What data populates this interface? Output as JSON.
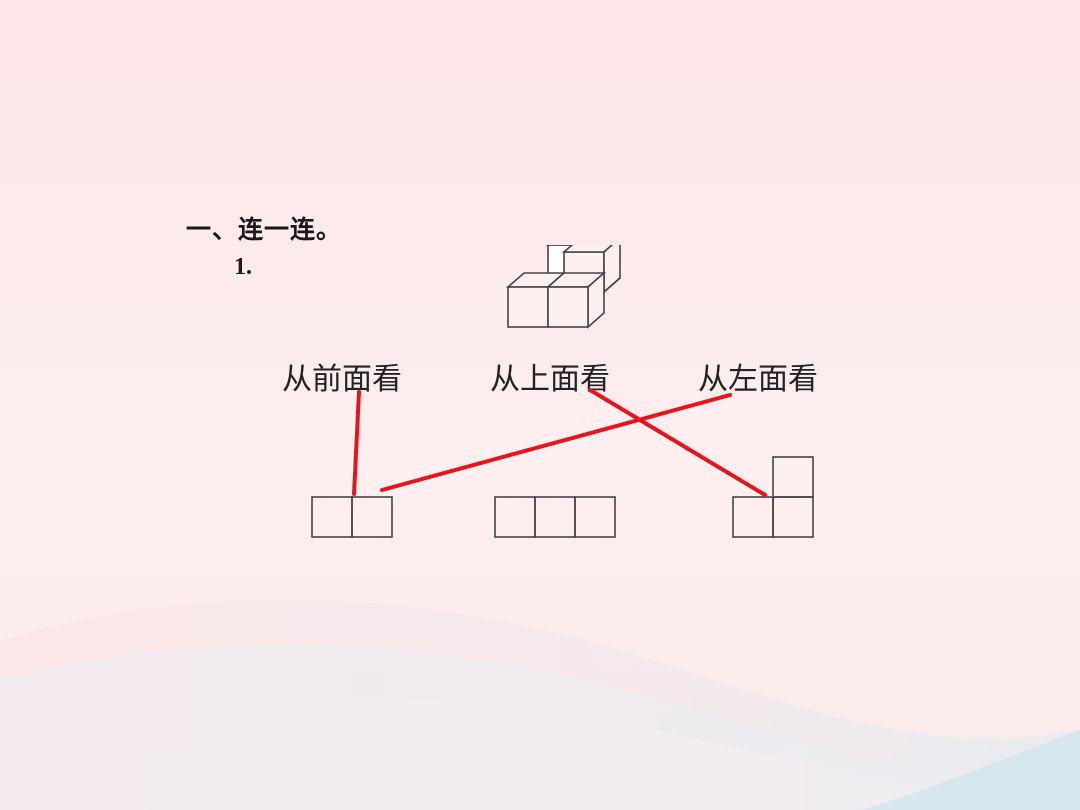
{
  "section_title": "一、连一连。",
  "question_number": "1.",
  "view_labels": {
    "front": "从前面看",
    "top": "从上面看",
    "left": "从左面看"
  },
  "colors": {
    "background": "#fde6e8",
    "line_color": "#e8141b",
    "cube_stroke": "#444444"
  },
  "answer_links": [
    {
      "label": "从前面看",
      "view": "two-squares"
    },
    {
      "label": "从左面看",
      "view": "two-squares"
    },
    {
      "label": "从上面看",
      "view": "l-shape"
    }
  ]
}
